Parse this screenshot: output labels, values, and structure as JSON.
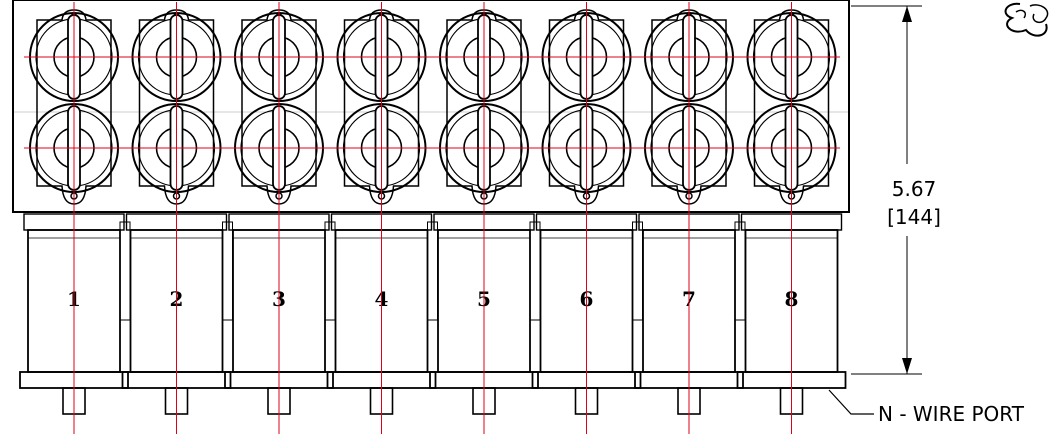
{
  "drawing": {
    "module_labels": [
      "1",
      "2",
      "3",
      "4",
      "5",
      "6",
      "7",
      "8"
    ],
    "dimension": {
      "value": "5.67",
      "metric": "[144]"
    },
    "callout": "N - WIRE PORT",
    "colors": {
      "line": "#000000",
      "centerline": "#e0001b",
      "background": "#ffffff"
    }
  }
}
